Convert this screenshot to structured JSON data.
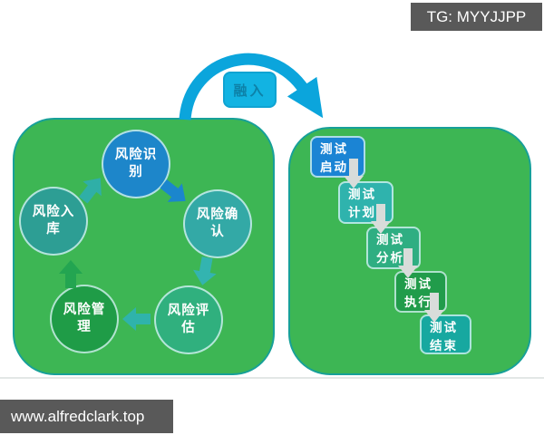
{
  "watermarks": {
    "tg_label": "TG: MYYJJPP",
    "site_label": "www.alfredclark.top"
  },
  "connector": {
    "label": "融入",
    "color": "#0ba5dc"
  },
  "panels": {
    "background": "#3db654",
    "border": "#17a099"
  },
  "risk_cycle": {
    "steps": [
      {
        "label": "风险识别",
        "color": "#1d86ca"
      },
      {
        "label": "风险确认",
        "color": "#33a9a6"
      },
      {
        "label": "风险评估",
        "color": "#30b07e"
      },
      {
        "label": "风险管理",
        "color": "#1f9c47"
      },
      {
        "label": "风险入库",
        "color": "#2d9e94"
      }
    ],
    "arrows": [
      {
        "name": "identify-to-confirm",
        "color": "#1b86cd"
      },
      {
        "name": "confirm-to-assess",
        "color": "#33b4b0"
      },
      {
        "name": "assess-to-manage",
        "color": "#2fb3ab"
      },
      {
        "name": "manage-to-store",
        "color": "#23a551"
      },
      {
        "name": "store-to-identify",
        "color": "#2fafa7"
      }
    ]
  },
  "test_flow": {
    "steps": [
      {
        "label": "测试启动",
        "color": "#1b84d4"
      },
      {
        "label": "测试计划",
        "color": "#2fb3ad"
      },
      {
        "label": "测试分析",
        "color": "#2fae82"
      },
      {
        "label": "测试执行",
        "color": "#219c4b"
      },
      {
        "label": "测试结束",
        "color": "#17a8a0"
      }
    ],
    "arrow_color": "#d8dcda"
  }
}
